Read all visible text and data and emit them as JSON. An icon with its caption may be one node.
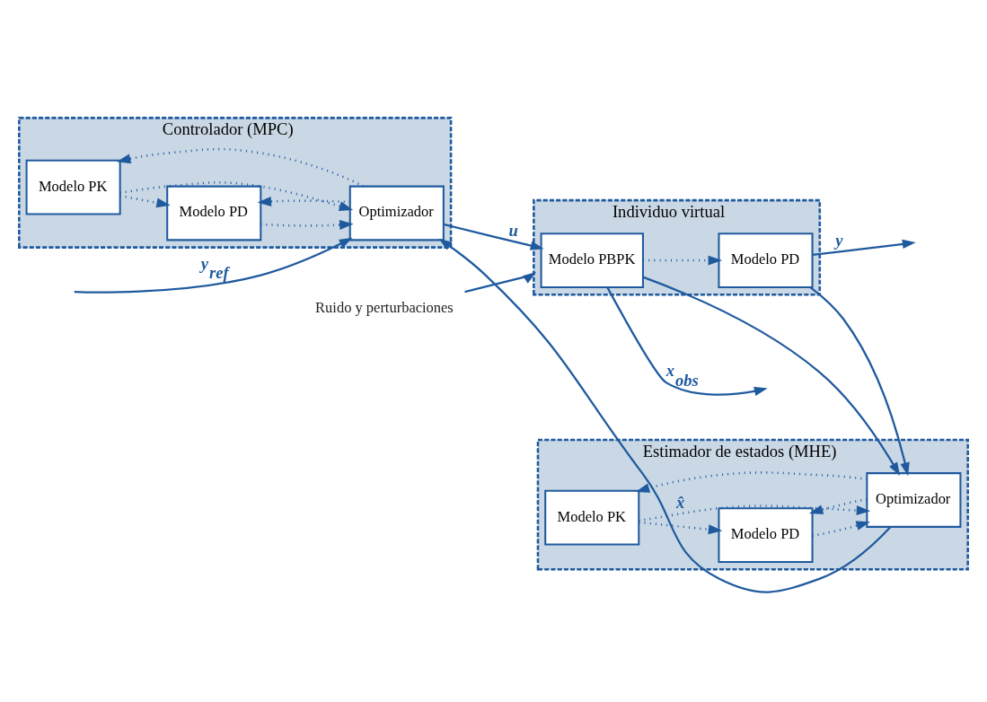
{
  "diagram": {
    "nodes": [
      {
        "text": [
          "Controlador (MPC)"
        ]
      },
      {
        "text": [
          "Modelo PK"
        ],
        "in": 0
      },
      {
        "text": [
          "Modelo PD"
        ],
        "in": 0
      },
      {
        "text": [
          "Optimizador"
        ],
        "in": 0
      },
      {
        "text": [
          "Individuo virtual"
        ]
      },
      {
        "text": [
          "Modelo PBPK"
        ],
        "in": 4
      },
      {
        "text": [
          "Modelo PD"
        ],
        "in": 4
      },
      {
        "text": [
          "Estimador de estados (MHE)"
        ]
      },
      {
        "text": [
          "Modelo PK"
        ],
        "in": 7
      },
      {
        "text": [
          "Modelo PD"
        ],
        "in": 7
      },
      {
        "text": [
          "Optimizador"
        ],
        "in": 7
      },
      {
        "text": [
          "Ruido y perturbaciones"
        ]
      }
    ],
    "edges": [
      {
        "from": null,
        "to": 3,
        "arrow": "to",
        "label": "y$_{ref}$"
      },
      {
        "from": 1,
        "to": 2,
        "arrow": "to",
        "style": "dashed"
      },
      {
        "from": 1,
        "to": 3,
        "arrow": "to",
        "style": "dashed"
      },
      {
        "from": 3,
        "to": 1,
        "arrow": "to",
        "style": "dashed"
      },
      {
        "from": 2,
        "to": 3,
        "arrow": "to",
        "style": "dashed"
      },
      {
        "from": 3,
        "to": 2,
        "arrow": "to",
        "style": "dashed"
      },
      {
        "from": 3,
        "to": 5,
        "arrow": "to",
        "label": "u"
      },
      {
        "from": 11,
        "to": 4,
        "arrow": "to"
      },
      {
        "from": 5,
        "to": 6,
        "arrow": "to",
        "style": "dashed"
      },
      {
        "from": 5,
        "to": null,
        "arrow": "to",
        "label": "x$_{obs}$"
      },
      {
        "from": 6,
        "to": null,
        "arrow": "to",
        "label": "y"
      },
      {
        "from": 5,
        "to": 10,
        "arrow": "to"
      },
      {
        "from": 6,
        "to": 10,
        "arrow": "to"
      },
      {
        "from": 8,
        "to": 9,
        "arrow": "to",
        "style": "dashed"
      },
      {
        "from": 8,
        "to": 10,
        "arrow": "to",
        "style": "dashed"
      },
      {
        "from": 10,
        "to": 8,
        "arrow": "to",
        "style": "dashed"
      },
      {
        "from": 9,
        "to": 10,
        "arrow": "to",
        "style": "dashed"
      },
      {
        "from": 10,
        "to": 9,
        "arrow": "to",
        "style": "dashed"
      },
      {
        "from": 10,
        "to": 3,
        "arrow": "to",
        "label": "x̂"
      }
    ]
  }
}
